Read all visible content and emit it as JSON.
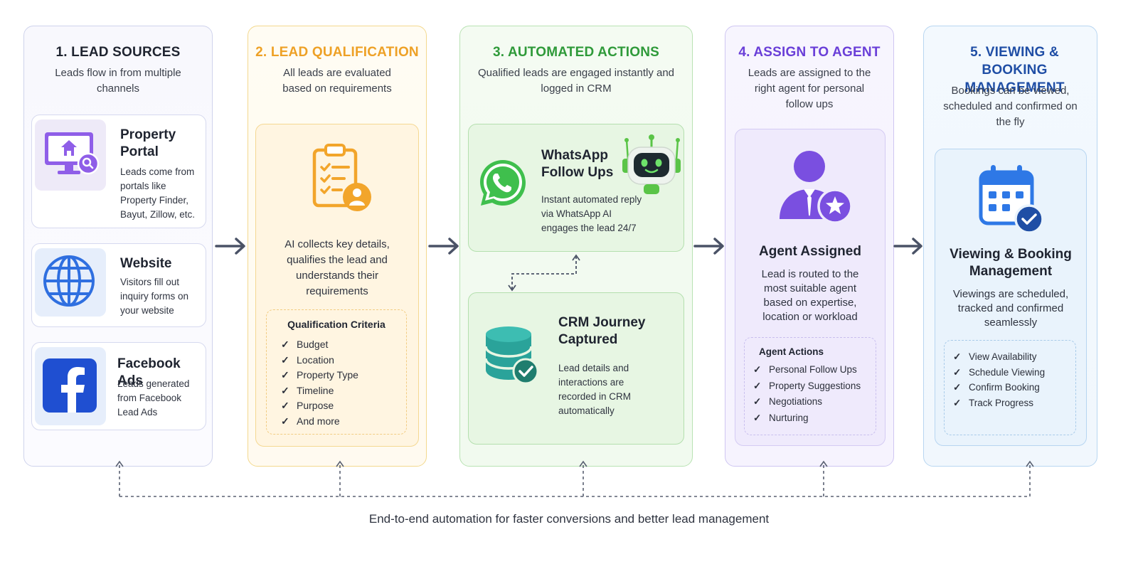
{
  "colors": {
    "col1": "#c9cde8",
    "col2": "#f5d27a",
    "col3": "#a9dea4",
    "col4": "#c7bdf0",
    "col5": "#a9cdee",
    "title1": "#1f2430",
    "title2": "#eea126",
    "title3": "#2f9a3a",
    "title4": "#6a3fd8",
    "title5": "#1f4ea5"
  },
  "columns": [
    {
      "title": "1. LEAD SOURCES",
      "subtitle": "Leads flow in from multiple channels",
      "cards": [
        {
          "title": "Property Portal",
          "text": "Leads come from portals like Property Finder, Bayut, Zillow, etc.",
          "icon": "monitor-house-search-icon"
        },
        {
          "title": "Website",
          "text": "Visitors fill out inquiry forms on your website",
          "icon": "globe-icon"
        },
        {
          "title": "Facebook Ads",
          "text": "Leads generated from Facebook Lead Ads",
          "icon": "facebook-icon"
        }
      ]
    },
    {
      "title": "2. LEAD QUALIFICATION",
      "subtitle": "All leads are evaluated based on requirements",
      "card": {
        "text": "AI collects key details, qualifies the lead and understands their requirements",
        "icon": "clipboard-user-icon"
      },
      "criteria": {
        "title": "Qualification Criteria",
        "items": [
          "Budget",
          "Location",
          "Property Type",
          "Timeline",
          "Purpose",
          "And more"
        ]
      }
    },
    {
      "title": "3. AUTOMATED ACTIONS",
      "subtitle": "Qualified leads are engaged instantly and logged in CRM",
      "cards": [
        {
          "title": "WhatsApp Follow Ups",
          "text": "Instant automated reply via WhatsApp AI engages the lead 24/7",
          "icon": "whatsapp-icon",
          "icon2": "robot-icon"
        },
        {
          "title": "CRM Journey Captured",
          "text": "Lead details and interactions are recorded in CRM automatically",
          "icon": "database-check-icon"
        }
      ]
    },
    {
      "title": "4. ASSIGN TO AGENT",
      "subtitle": "Leads are assigned to the right agent for personal follow ups",
      "card": {
        "title": "Agent Assigned",
        "text": "Lead is routed to the most suitable agent based on expertise, location or workload",
        "icon": "agent-star-icon"
      },
      "actions": {
        "title": "Agent Actions",
        "items": [
          "Personal Follow Ups",
          "Property Suggestions",
          "Negotiations",
          "Nurturing"
        ]
      }
    },
    {
      "title": "5. VIEWING & BOOKING MANAGEMENT",
      "subtitle": "Bookings can be viewed, scheduled and confirmed on the fly",
      "card": {
        "title": "Viewing & Booking Management",
        "text": "Viewings are scheduled, tracked and confirmed seamlessly",
        "icon": "calendar-check-icon"
      },
      "actions": {
        "items": [
          "View Availability",
          "Schedule Viewing",
          "Confirm Booking",
          "Track Progress"
        ]
      }
    }
  ],
  "footer": "End-to-end automation for faster conversions and better lead management"
}
